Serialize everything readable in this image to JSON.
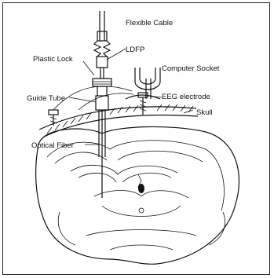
{
  "labels": {
    "flexible_cable": "Flexible Cable",
    "ldfp": "LDFP",
    "plastic_lock": "Plastic Lock",
    "computer_socket": "Computer Socket",
    "guide_tube": "Guide Tube",
    "eeg_electrode": "EEG electrode",
    "skull": "Skull",
    "optical_fiber": "Optical Fiber"
  },
  "colors": {
    "ink": "#111111",
    "background": "#ffffff"
  }
}
